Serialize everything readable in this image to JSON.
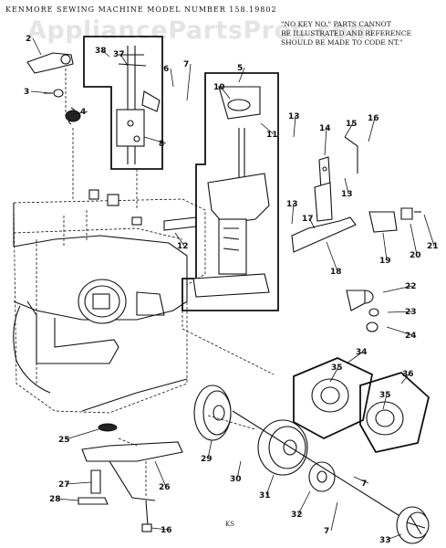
{
  "header": {
    "title": "KENMORE SEWING MACHINE MODEL NUMBER 158.19802",
    "note": "\"NO KEY NO.\" PARTS CANNOT\nBE ILLUSTRATED AND REFERENCE\nSHOULD BE MADE TO CODE NT.\"",
    "watermark": "AppliancePartsPros.com",
    "footer": "KS"
  },
  "callouts": [
    "2",
    "3",
    "4",
    "5",
    "6",
    "7",
    "8",
    "10",
    "11",
    "12",
    "13",
    "14",
    "15",
    "16",
    "17",
    "18",
    "19",
    "20",
    "21",
    "22",
    "23",
    "24",
    "25",
    "26",
    "27",
    "28",
    "29",
    "30",
    "31",
    "32",
    "33",
    "34",
    "35",
    "36",
    "37",
    "38"
  ],
  "callout_items": [
    {
      "id": "c2",
      "label": "2"
    },
    {
      "id": "c3",
      "label": "3"
    },
    {
      "id": "c4",
      "label": "4"
    },
    {
      "id": "c38",
      "label": "38"
    },
    {
      "id": "c37",
      "label": "37"
    },
    {
      "id": "c6",
      "label": "6"
    },
    {
      "id": "c7a",
      "label": "7"
    },
    {
      "id": "c8",
      "label": "8"
    },
    {
      "id": "c5",
      "label": "5"
    },
    {
      "id": "c10",
      "label": "10"
    },
    {
      "id": "c11",
      "label": "11"
    },
    {
      "id": "c13a",
      "label": "13"
    },
    {
      "id": "c14",
      "label": "14"
    },
    {
      "id": "c15",
      "label": "15"
    },
    {
      "id": "c16a",
      "label": "16"
    },
    {
      "id": "c13b",
      "label": "13"
    },
    {
      "id": "c13c",
      "label": "13"
    },
    {
      "id": "c17",
      "label": "17"
    },
    {
      "id": "c12",
      "label": "12"
    },
    {
      "id": "c18",
      "label": "18"
    },
    {
      "id": "c19",
      "label": "19"
    },
    {
      "id": "c20",
      "label": "20"
    },
    {
      "id": "c21",
      "label": "21"
    },
    {
      "id": "c22",
      "label": "22"
    },
    {
      "id": "c23",
      "label": "23"
    },
    {
      "id": "c24",
      "label": "24"
    },
    {
      "id": "c34",
      "label": "34"
    },
    {
      "id": "c35a",
      "label": "35"
    },
    {
      "id": "c36",
      "label": "36"
    },
    {
      "id": "c35b",
      "label": "35"
    },
    {
      "id": "c25",
      "label": "25"
    },
    {
      "id": "c26",
      "label": "26"
    },
    {
      "id": "c27",
      "label": "27"
    },
    {
      "id": "c28",
      "label": "28"
    },
    {
      "id": "c16b",
      "label": "16"
    },
    {
      "id": "c29",
      "label": "29"
    },
    {
      "id": "c30",
      "label": "30"
    },
    {
      "id": "c31",
      "label": "31"
    },
    {
      "id": "c32",
      "label": "32"
    },
    {
      "id": "c7b",
      "label": "7"
    },
    {
      "id": "c7c",
      "label": "7"
    },
    {
      "id": "c33",
      "label": "33"
    }
  ]
}
